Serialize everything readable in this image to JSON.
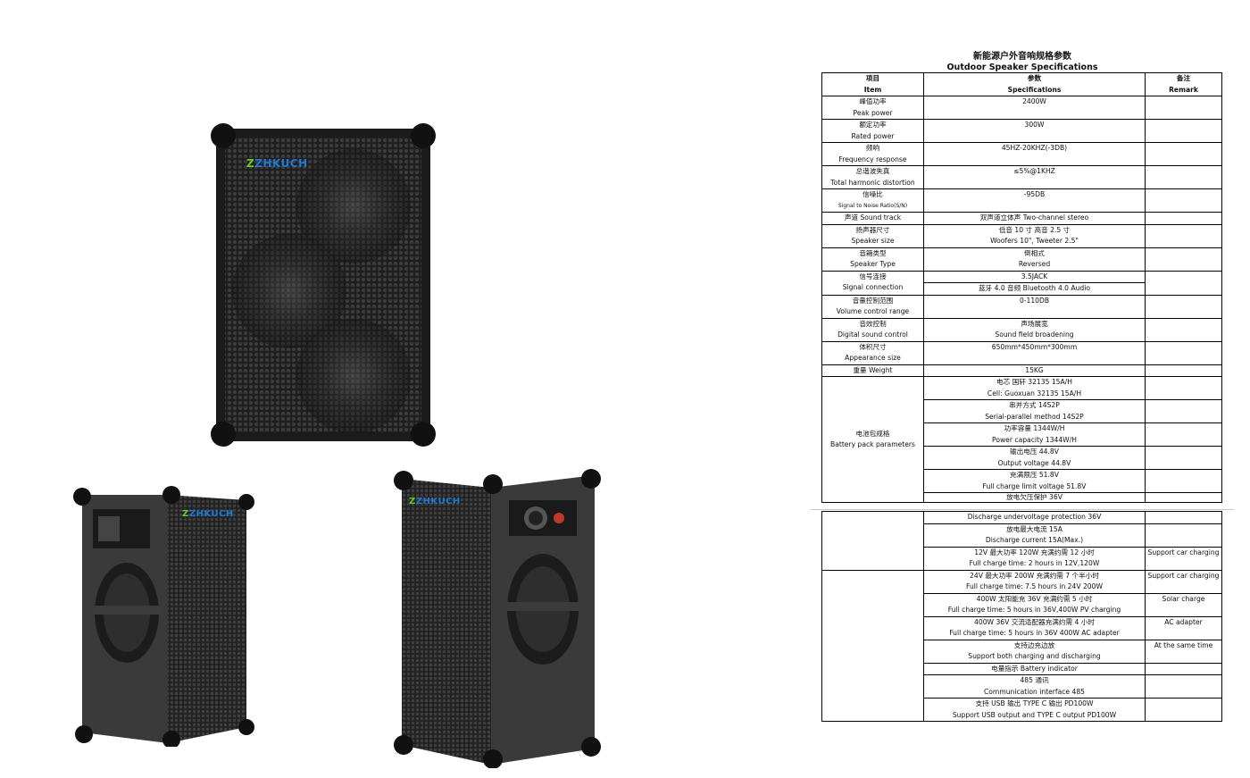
{
  "brand_logo": "ZHKUCH",
  "spec_sheet": {
    "title_cn": "新能源户外音响规格参数",
    "title_en": "Outdoor Speaker Specifications",
    "headers": [
      {
        "cn": "项目",
        "en": "Item"
      },
      {
        "cn": "参数",
        "en": "Specifications"
      },
      {
        "cn": "备注",
        "en": "Remark"
      }
    ],
    "rows": [
      {
        "item_cn": "峰值功率",
        "item_en": "Peak power",
        "spec": "2400W",
        "remark": ""
      },
      {
        "item_cn": "额定功率",
        "item_en": "Rated power",
        "spec": "300W",
        "remark": ""
      },
      {
        "item_cn": "频响",
        "item_en": "Frequency response",
        "spec": "45HZ-20KHZ(-3DB)",
        "remark": ""
      },
      {
        "item_cn": "总谐波失真",
        "item_en": "Total harmonic distortion",
        "spec": "≤5%@1KHZ",
        "remark": ""
      },
      {
        "item_cn": "信噪比",
        "item_en": "Signal to Noise Ratio(S/N)",
        "spec": "-95DB",
        "remark": ""
      },
      {
        "item": "声道 Sound track",
        "spec": "双声道立体声 Two-channel stereo",
        "remark": ""
      },
      {
        "item_cn": "扬声器尺寸",
        "item_en": "Speaker size",
        "spec_cn": "低音 10 寸 高音 2.5 寸",
        "spec_en": "Woofers 10\", Tweeter 2.5\"",
        "remark": ""
      },
      {
        "item_cn": "音箱类型",
        "item_en": "Speaker Type",
        "spec_cn": "倒相式",
        "spec_en": "Reversed",
        "remark": ""
      },
      {
        "item_cn": "信号连接",
        "item_en": "Signal connection",
        "spec_a": "3.5JACK",
        "spec_b": "蓝牙 4.0 音频 Bluetooth 4.0 Audio",
        "remark": ""
      },
      {
        "item_cn": "音量控制范围",
        "item_en": "Volume control range",
        "spec": "0-110DB",
        "remark": ""
      },
      {
        "item_cn": "音效控制",
        "item_en": "Digital sound control",
        "spec_cn": "声场展宽",
        "spec_en": "Sound field broadening",
        "remark": ""
      },
      {
        "item_cn": "体积尺寸",
        "item_en": "Appearance size",
        "spec": "650mm*450mm*300mm",
        "remark": ""
      },
      {
        "item": "重量 Weight",
        "spec": "15KG",
        "remark": ""
      }
    ],
    "battery": {
      "item_cn": "电池包规格",
      "item_en": "Battery pack parameters",
      "rows_top": [
        {
          "cn": "电芯  国轩 32135 15A/H",
          "en": "Cell: Guoxuan 32135 15A/H"
        },
        {
          "cn": "串并方式  14S2P",
          "en": "Serial-parallel method    14S2P"
        },
        {
          "cn": "功率容量 1344W/H",
          "en": "Power capacity 1344W/H"
        },
        {
          "cn": "输出电压  44.8V",
          "en": "Output voltage 44.8V"
        },
        {
          "cn": "充满限压  51.8V",
          "en": "Full charge limit voltage    51.8V"
        }
      ],
      "row_cut": "放电欠压保护 36V"
    },
    "rows_part2": [
      {
        "spec": "Discharge undervoltage protection 36V",
        "remark": ""
      },
      {
        "spec_cn": "放电最大电流 15A",
        "spec_en": "Discharge current 15A(Max.)",
        "remark": ""
      },
      {
        "spec_cn": "12V 最大功率 120W  充满约需 12 小时",
        "spec_en": "Full charge time: 2 hours in 12V,120W",
        "remark": "Support car charging"
      },
      {
        "spec_cn": "24V  最大功率 200W  充满约需 7 个半小时",
        "spec_en": "Full charge time: 7.5 hours in 24V 200W",
        "remark": "Support car charging"
      },
      {
        "spec_cn": "400W 太阳能充 36V  充满约需 5 小时",
        "spec_en": "Full charge time: 5 hours in 36V,400W PV charging",
        "remark": "Solar charge"
      },
      {
        "spec_cn": "400W 36V 交流适配器充满约需 4 小时",
        "spec_en": "Full charge time: 5 hours in 36V 400W AC adapter",
        "remark": "AC adapter"
      },
      {
        "spec_cn": "支持边充边放",
        "spec_en": "Support both charging and discharging",
        "remark": "At the same time"
      },
      {
        "spec": "电量指示 Battery indicator",
        "remark": ""
      },
      {
        "spec_cn": "485 通讯",
        "spec_en": "Communication interface 485",
        "remark": ""
      },
      {
        "spec_cn": "支持 USB 输出  TYPE C 输出 PD100W",
        "spec_en": "Support USB output and TYPE C output PD100W",
        "remark": ""
      }
    ]
  }
}
